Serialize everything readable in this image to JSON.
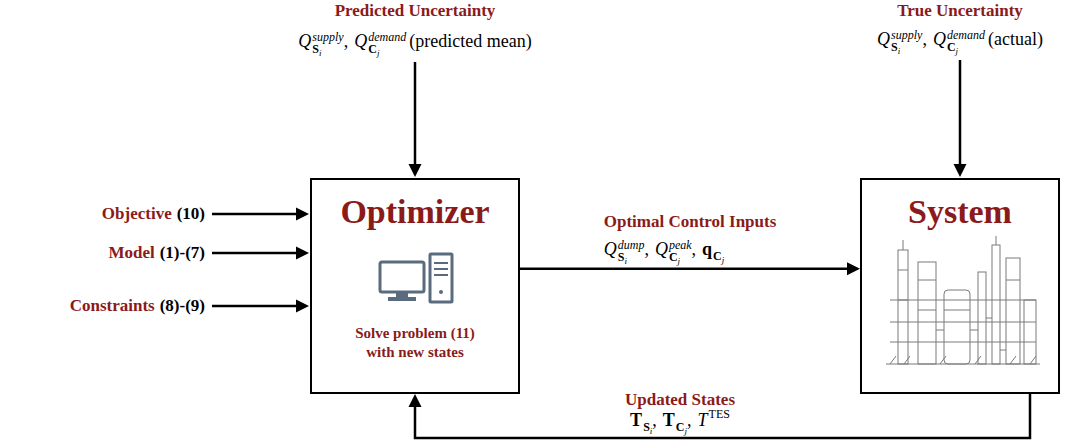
{
  "diagram": {
    "nodes": [
      {
        "text": [
          "Optimizer",
          "Solve problem (11) with new states"
        ]
      },
      {
        "text": [
          "System"
        ]
      }
    ],
    "edges": [
      {
        "from": 0,
        "to": 1,
        "arrow": "to",
        "label": "Optimal Control Inputs"
      },
      {
        "from": 1,
        "to": 0,
        "arrow": "to",
        "label": "Updated States"
      }
    ],
    "labels": [
      "Predicted Uncertainty",
      "Q",
      "supply",
      "S",
      "i",
      ",",
      "Q",
      "demand",
      "C",
      "j",
      "(predicted mean)",
      "True Uncertainty",
      "Q",
      "supply",
      "S",
      "i",
      ",",
      "Q",
      "demand",
      "C",
      "j",
      "(actual)",
      "Objective",
      "(10)",
      "Model",
      "(1)-(7)",
      "Constraints",
      "(8)-(9)",
      "Q",
      "dump",
      "S",
      "i",
      ",",
      "Q",
      "peak",
      "C",
      "j",
      ",",
      "q",
      "C",
      "j",
      "T",
      "S",
      "i",
      ",",
      "T",
      "C",
      "j",
      ",",
      "T",
      "TES"
    ]
  }
}
